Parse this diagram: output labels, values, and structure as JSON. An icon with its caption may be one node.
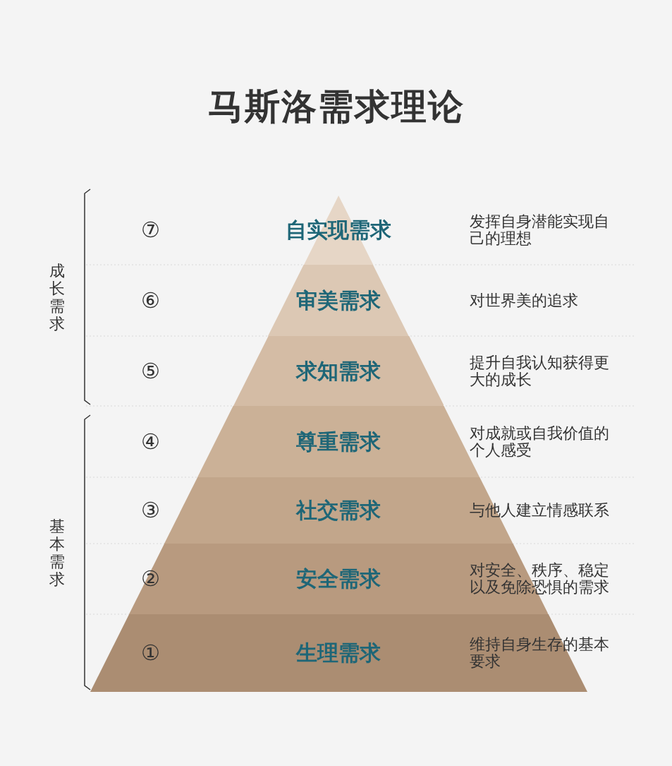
{
  "diagram": {
    "title": "马斯洛需求理论",
    "nodes": [
      {
        "text": [
          "自实现需求"
        ]
      },
      {
        "text": [
          "审美需求"
        ]
      },
      {
        "text": [
          "求知需求"
        ]
      },
      {
        "text": [
          "尊重需求"
        ]
      },
      {
        "text": [
          "社交需求"
        ]
      },
      {
        "text": [
          "安全需求"
        ]
      },
      {
        "text": [
          "生理需求"
        ]
      }
    ],
    "labels": [
      "⑦",
      "发挥自身潜能实现自己的理想",
      "⑥",
      "对世界美的追求",
      "⑤",
      "提升自我认知获得更大的成长",
      "④",
      "对成就或自我价值的个人感受",
      "③",
      "与他人建立情感联系",
      "②",
      "对安全、秩序、稳定以及免除恐惧的需求",
      "①",
      "维持自身生存的基本要求",
      "成长需求",
      "基本需求"
    ]
  }
}
